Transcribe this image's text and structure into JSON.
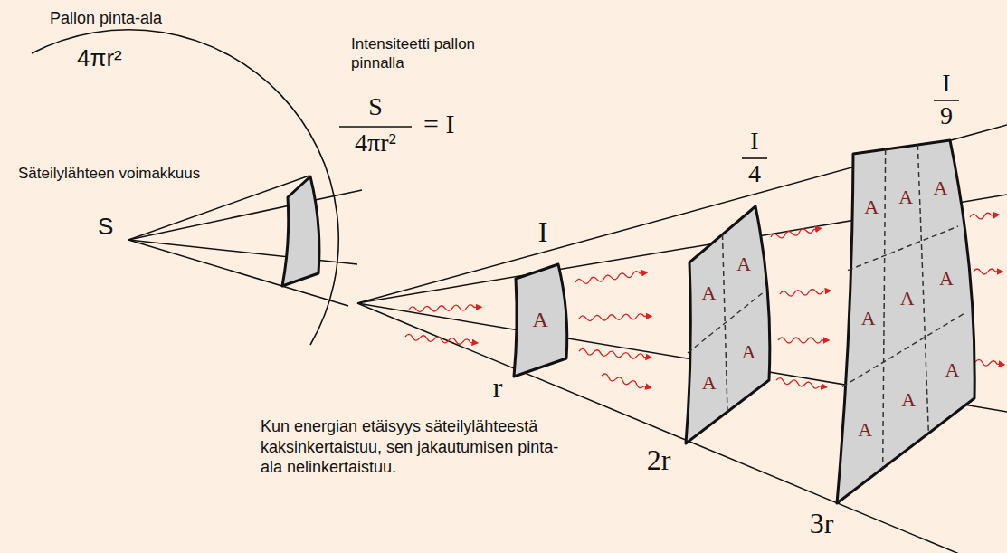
{
  "diagram": {
    "nodes": [
      {
        "text": [
          "A"
        ]
      },
      {
        "text": [
          "A",
          "A",
          "A",
          "A"
        ]
      },
      {
        "text": [
          "A",
          "A",
          "A",
          "A",
          "A",
          "A",
          "A",
          "A",
          "A"
        ]
      }
    ],
    "labels": [
      "Pallon pinta-ala",
      "4πr²",
      "Intensiteetti pallon pinnalla",
      "Säteilylähteen voimakkuus",
      "S",
      "S",
      "4πr²",
      "= I",
      "I",
      "I",
      "4",
      "I",
      "9",
      "r",
      "2r",
      "3r",
      "Kun energian etäisyys säteilylähteestä kaksinkertaistuu, sen jakautumisen pinta-ala nelinkertaistuu."
    ]
  }
}
